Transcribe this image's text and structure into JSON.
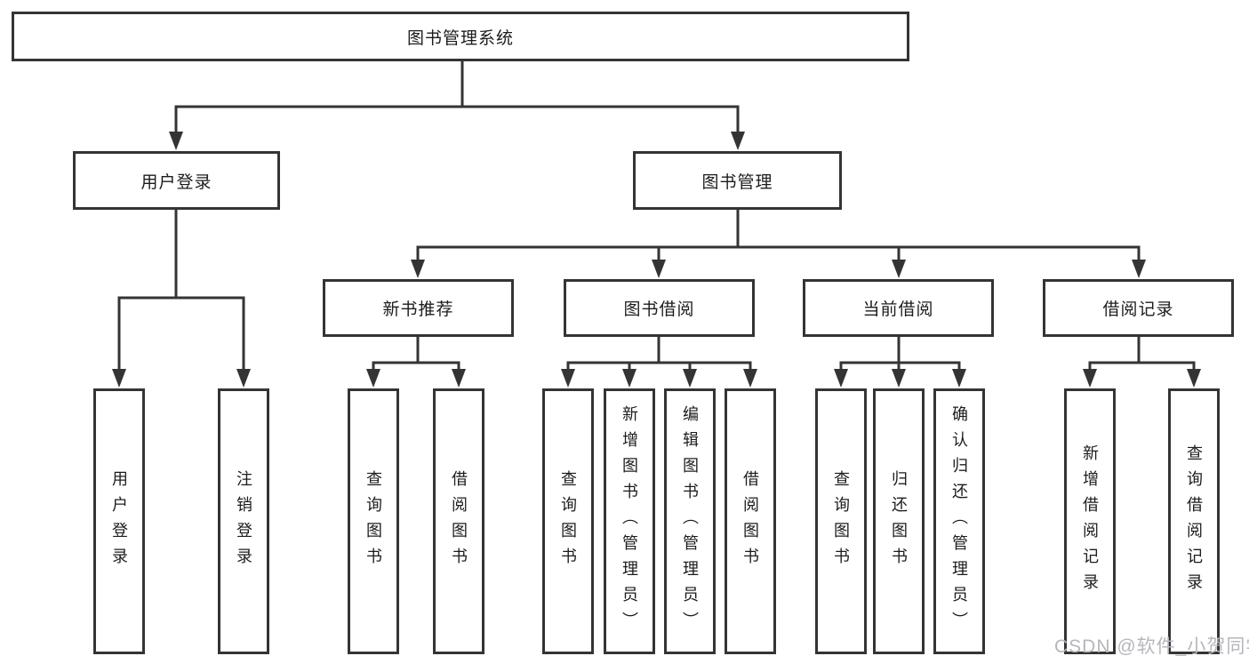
{
  "diagram": {
    "title": "图书管理系统",
    "branches": [
      {
        "label": "用户登录",
        "children": [
          {
            "label": "用户登录"
          },
          {
            "label": "注销登录"
          }
        ]
      },
      {
        "label": "图书管理",
        "children": [
          {
            "label": "新书推荐",
            "children": [
              {
                "label": "查询图书"
              },
              {
                "label": "借阅图书"
              }
            ]
          },
          {
            "label": "图书借阅",
            "children": [
              {
                "label": "查询图书"
              },
              {
                "label": "新增图书（管理员）"
              },
              {
                "label": "编辑图书（管理员）"
              },
              {
                "label": "借阅图书"
              }
            ]
          },
          {
            "label": "当前借阅",
            "children": [
              {
                "label": "查询图书"
              },
              {
                "label": "归还图书"
              },
              {
                "label": "确认归还（管理员）"
              }
            ]
          },
          {
            "label": "借阅记录",
            "children": [
              {
                "label": "新增借阅记录"
              },
              {
                "label": "查询借阅记录"
              }
            ]
          }
        ]
      }
    ],
    "colors": {
      "line": "#343434",
      "text": "#1c1c1c",
      "watermark": "#b6b6bc"
    }
  },
  "watermark": {
    "text": "CSDN @软件_小贺同学"
  }
}
